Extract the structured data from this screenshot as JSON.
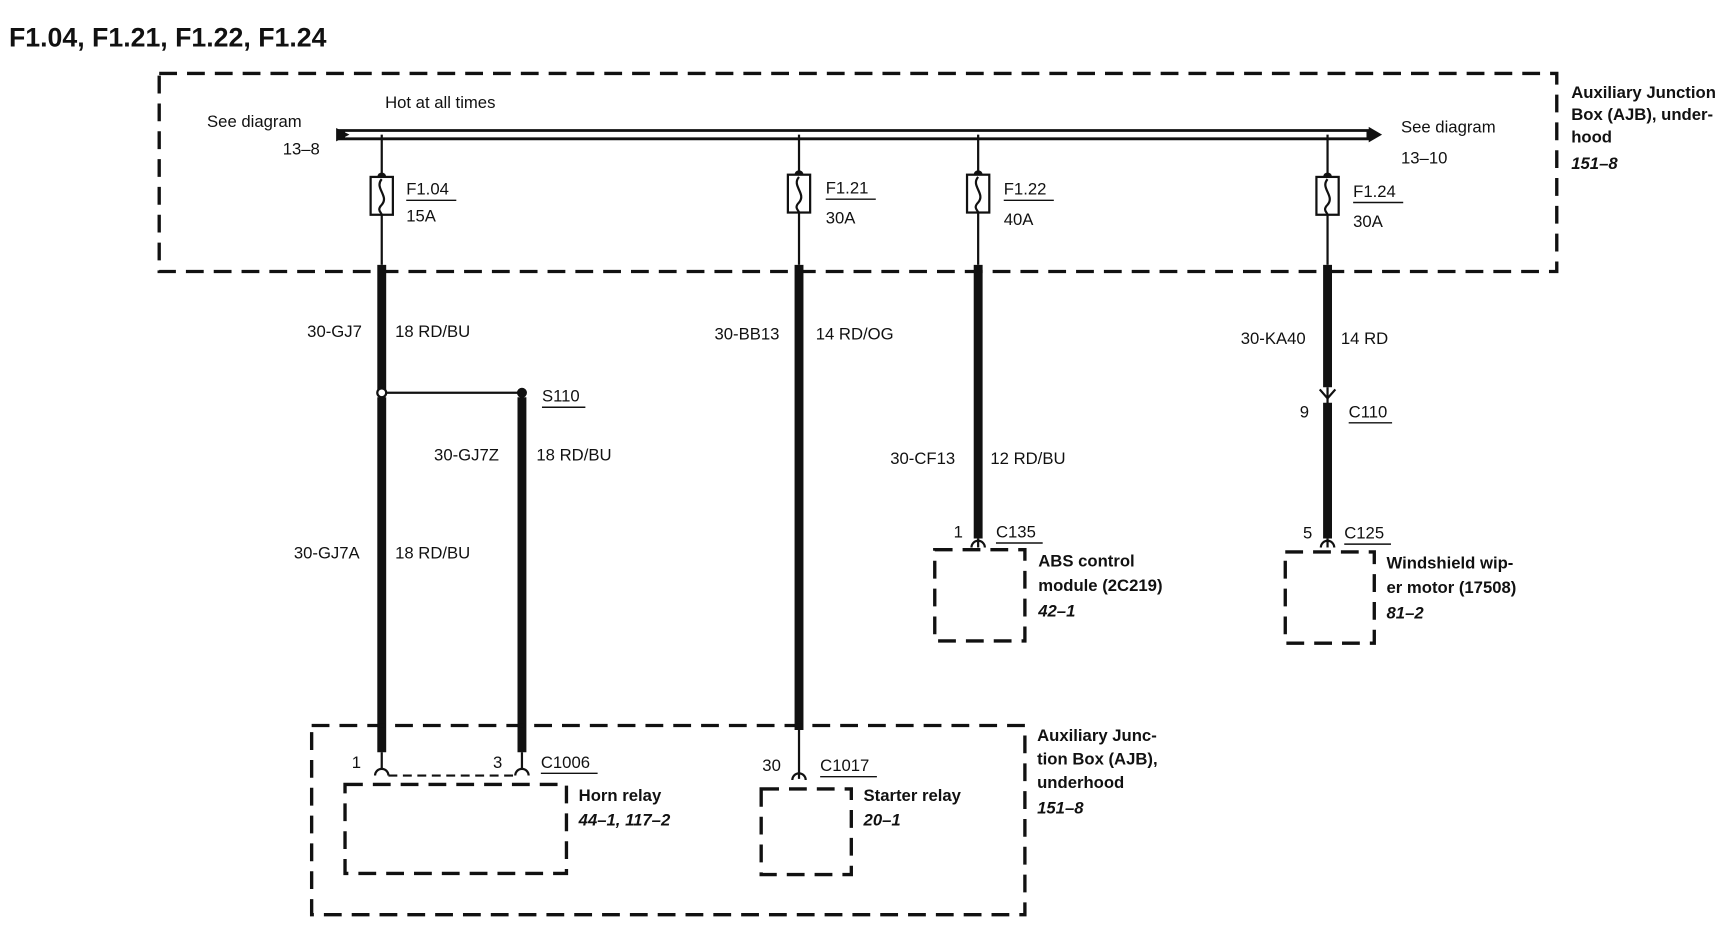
{
  "title": "F1.04, F1.21, F1.22, F1.24",
  "top_box": {
    "label_l1": "Auxiliary Junction",
    "label_l2": "Box (AJB), under-",
    "label_l3": "hood",
    "ref": "151–8"
  },
  "bus": {
    "hot_label": "Hot at all times",
    "left_see": "See diagram",
    "left_ref": "13–8",
    "right_see": "See diagram",
    "right_ref": "13–10"
  },
  "fuses": [
    {
      "id": "F1.04",
      "rating": "15A"
    },
    {
      "id": "F1.21",
      "rating": "30A"
    },
    {
      "id": "F1.22",
      "rating": "40A"
    },
    {
      "id": "F1.24",
      "rating": "30A"
    }
  ],
  "circuits": {
    "c1": {
      "name": "30-GJ7",
      "wire": "18 RD/BU"
    },
    "c1b": {
      "name": "30-GJ7A",
      "wire": "18 RD/BU"
    },
    "c1z": {
      "name": "30-GJ7Z",
      "wire": "18 RD/BU"
    },
    "c2": {
      "name": "30-BB13",
      "wire": "14 RD/OG"
    },
    "c3": {
      "name": "30-CF13",
      "wire": "12 RD/BU"
    },
    "c4": {
      "name": "30-KA40",
      "wire": "14 RD"
    }
  },
  "splice": "S110",
  "c110": {
    "pin": "9",
    "name": "C110"
  },
  "abs": {
    "pin": "1",
    "connector": "C135",
    "label_l1": "ABS control",
    "label_l2": "module (2C219)",
    "ref": "42–1"
  },
  "wiper": {
    "pin": "5",
    "connector": "C125",
    "label_l1": "Windshield wip-",
    "label_l2": "er motor (17508)",
    "ref": "81–2"
  },
  "bottom_box": {
    "label_l1": "Auxiliary Junc-",
    "label_l2": "tion Box (AJB),",
    "label_l3": "underhood",
    "ref": "151–8"
  },
  "horn_relay": {
    "pin1": "1",
    "pin3": "3",
    "connector": "C1006",
    "label": "Horn relay",
    "ref": "44–1, 117–2"
  },
  "starter_relay": {
    "pin": "30",
    "connector": "C1017",
    "label": "Starter relay",
    "ref": "20–1"
  }
}
